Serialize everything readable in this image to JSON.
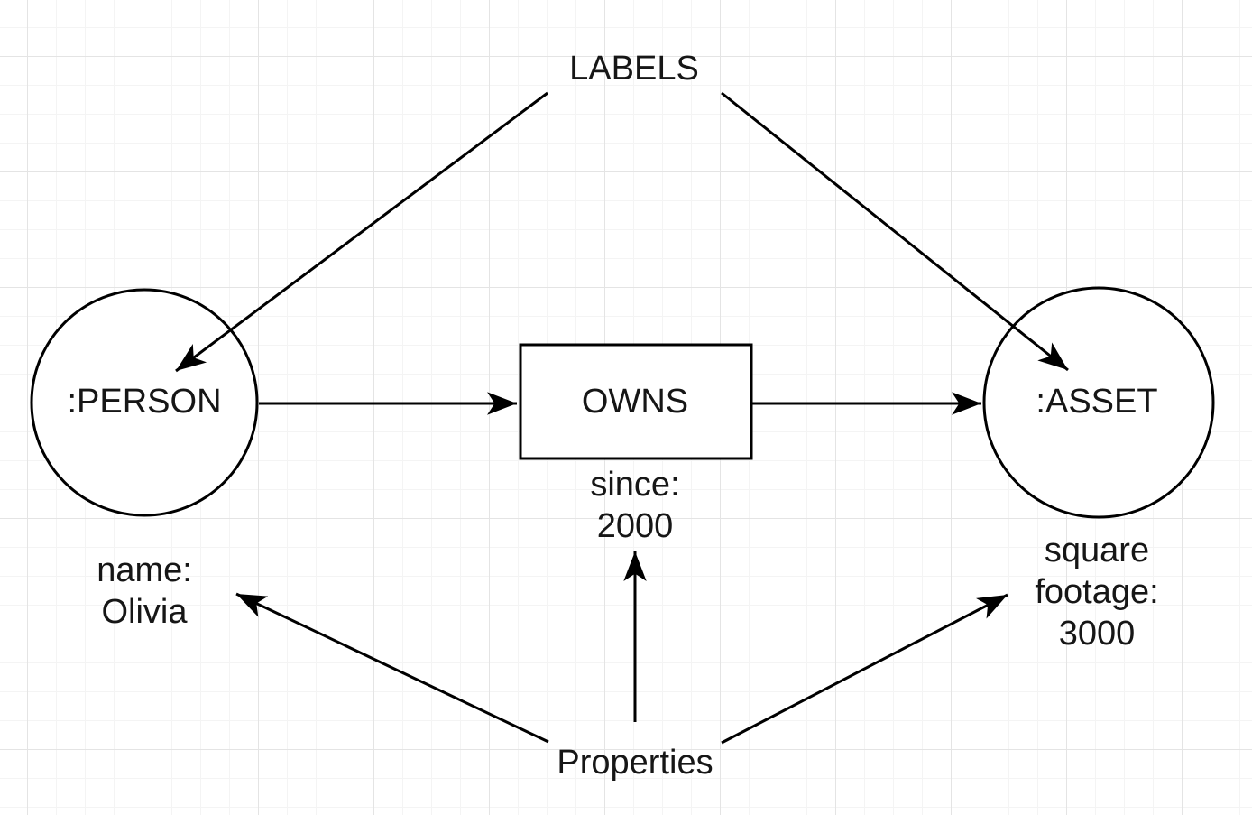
{
  "canvas": {
    "background_color": "#ffffff",
    "grid_minor_color": "#f4f4f4",
    "grid_major_color": "#e4e4e4",
    "stroke_color": "#000000",
    "text_color": "#161616"
  },
  "annotations": {
    "labels": "LABELS",
    "properties": "Properties"
  },
  "nodes": {
    "person": {
      "label": ":PERSON",
      "property": "name:\nOlivia"
    },
    "asset": {
      "label": ":ASSET",
      "property": "square\nfootage:\n3000"
    }
  },
  "relationship": {
    "label": "OWNS",
    "property": "since:\n2000"
  }
}
